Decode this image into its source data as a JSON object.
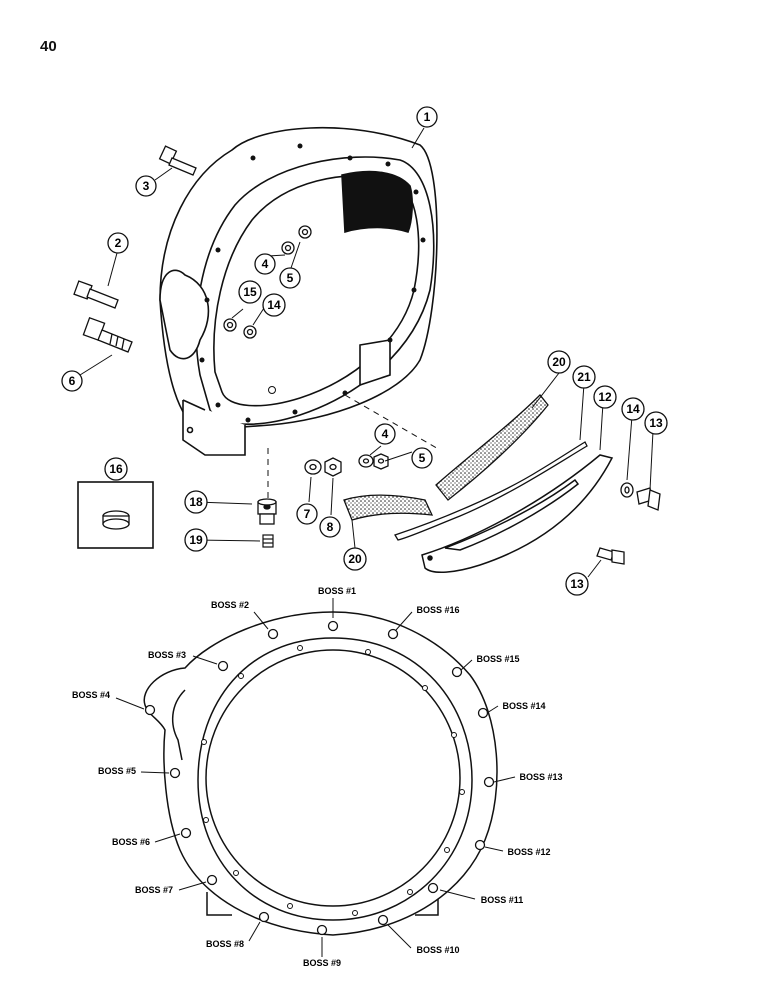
{
  "page": {
    "number": "40"
  },
  "callouts": [
    {
      "id": "c1",
      "label": "1"
    },
    {
      "id": "c2",
      "label": "2"
    },
    {
      "id": "c3",
      "label": "3"
    },
    {
      "id": "c4a",
      "label": "4"
    },
    {
      "id": "c5a",
      "label": "5"
    },
    {
      "id": "c6",
      "label": "6"
    },
    {
      "id": "c15",
      "label": "15"
    },
    {
      "id": "c14a",
      "label": "14"
    },
    {
      "id": "c16",
      "label": "16"
    },
    {
      "id": "c18",
      "label": "18"
    },
    {
      "id": "c19",
      "label": "19"
    },
    {
      "id": "c7",
      "label": "7"
    },
    {
      "id": "c8",
      "label": "8"
    },
    {
      "id": "c4b",
      "label": "4"
    },
    {
      "id": "c5b",
      "label": "5"
    },
    {
      "id": "c20a",
      "label": "20"
    },
    {
      "id": "c21",
      "label": "21"
    },
    {
      "id": "c12",
      "label": "12"
    },
    {
      "id": "c14b",
      "label": "14"
    },
    {
      "id": "c13a",
      "label": "13"
    },
    {
      "id": "c20b",
      "label": "20"
    },
    {
      "id": "c13b",
      "label": "13"
    }
  ],
  "bosses": [
    {
      "id": "b1",
      "label": "BOSS #1"
    },
    {
      "id": "b2",
      "label": "BOSS #2"
    },
    {
      "id": "b3",
      "label": "BOSS #3"
    },
    {
      "id": "b4",
      "label": "BOSS #4"
    },
    {
      "id": "b5",
      "label": "BOSS #5"
    },
    {
      "id": "b6",
      "label": "BOSS #6"
    },
    {
      "id": "b7",
      "label": "BOSS #7"
    },
    {
      "id": "b8",
      "label": "BOSS #8"
    },
    {
      "id": "b9",
      "label": "BOSS #9"
    },
    {
      "id": "b10",
      "label": "BOSS #10"
    },
    {
      "id": "b11",
      "label": "BOSS #11"
    },
    {
      "id": "b12",
      "label": "BOSS #12"
    },
    {
      "id": "b13",
      "label": "BOSS #13"
    },
    {
      "id": "b14",
      "label": "BOSS #14"
    },
    {
      "id": "b15",
      "label": "BOSS #15"
    },
    {
      "id": "b16",
      "label": "BOSS #16"
    }
  ]
}
